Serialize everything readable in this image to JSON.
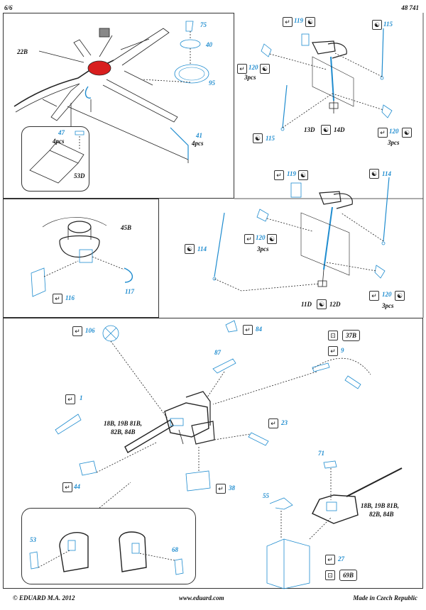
{
  "header": {
    "page": "6/6",
    "code": "48 741"
  },
  "footer": {
    "left": "© EDUARD  M.A. 2012",
    "center": "www.eduard.com",
    "right": "Made in Czech Republic"
  },
  "colors": {
    "part": "#1f8ccf",
    "red": "#d81e1e",
    "ink": "#222222"
  },
  "icons": {
    "bend": "bend-icon",
    "twist": "twist-icon",
    "replace": "replace-icon"
  },
  "panel1": {
    "labels": {
      "p22b": "22B",
      "p75": "75",
      "p40": "40",
      "p95": "95",
      "p47": "47",
      "p47qty": "4pcs",
      "p53d": "53D",
      "p41": "41",
      "p41qty": "4pcs"
    }
  },
  "panel2": {
    "labels": {
      "p119": "119",
      "p115a": "115",
      "p120a": "120",
      "qa": "3pcs",
      "p13d": "13D",
      "p14d": "14D",
      "p115b": "115",
      "p120b": "120",
      "qb": "3pcs"
    }
  },
  "panel3": {
    "labels": {
      "p45b": "45B",
      "p116": "116",
      "p117": "117"
    }
  },
  "panel4": {
    "labels": {
      "p119": "119",
      "p114a": "114",
      "p120a": "120",
      "qa": "3pcs",
      "p114b": "114",
      "p11d": "11D",
      "p12d": "12D",
      "p120b": "120",
      "qb": "3pcs"
    }
  },
  "panel5": {
    "labels": {
      "p106": "106",
      "p84": "84",
      "p37b": "37B",
      "p87": "87",
      "p9": "9",
      "p1": "1",
      "group1a": "18B, 19B 81B,",
      "group1b": "82B, 84B",
      "p23": "23",
      "p44": "44",
      "p38": "38",
      "p71": "71",
      "group2a": "18B, 19B 81B,",
      "group2b": "82B, 84B",
      "p55": "55",
      "p53": "53",
      "p68": "68",
      "p27": "27",
      "p69b": "69B"
    }
  }
}
